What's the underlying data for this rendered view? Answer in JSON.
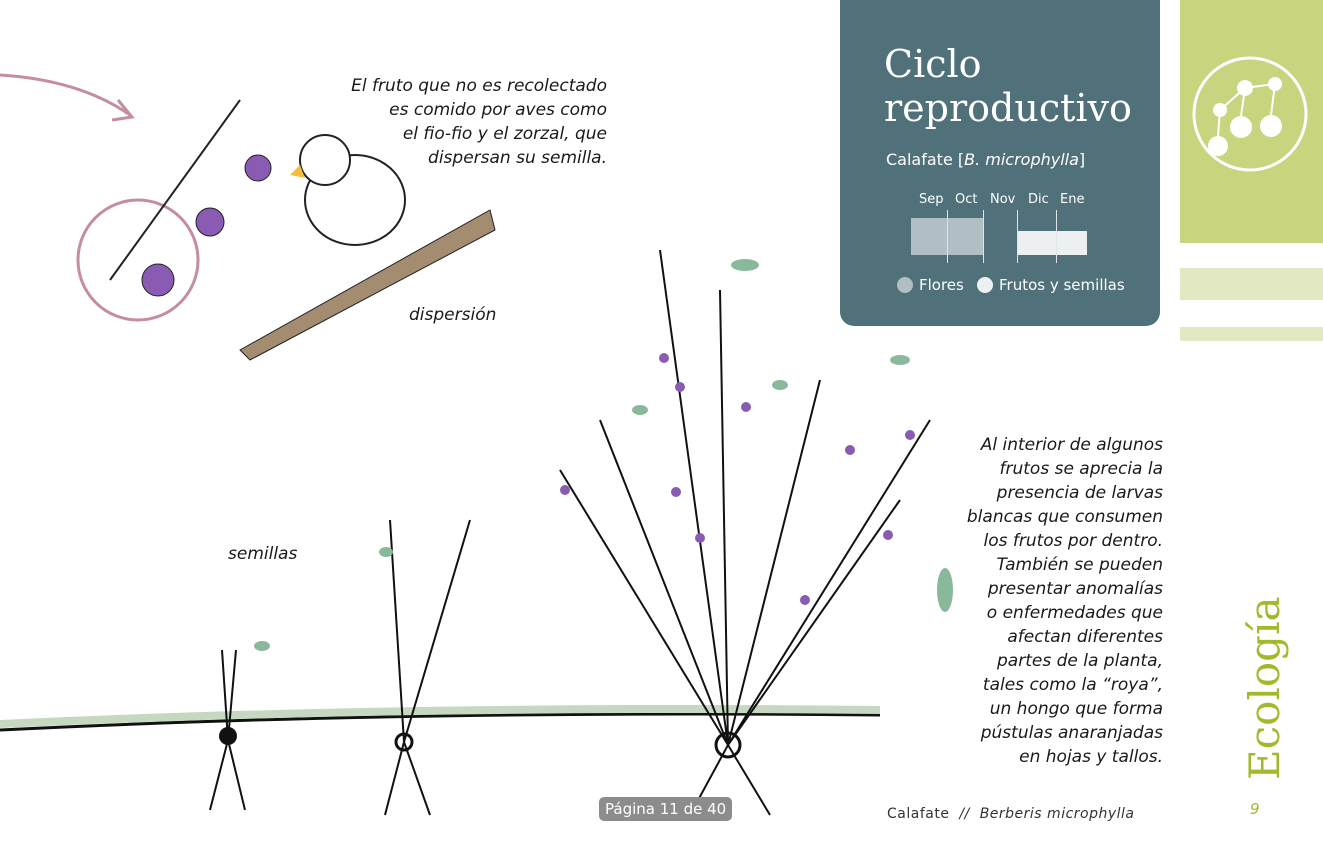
{
  "text_top": "El fruto que no es recolectado es comido por aves como el fio-fio y el zorzal, que dispersan su semilla.",
  "text_top_lines": [
    "El fruto que no es recolectado",
    "es comido por aves como",
    "el fio-fio y el zorzal, que",
    "dispersan su semilla."
  ],
  "label_dispersion": "dispersión",
  "label_semillas": "semillas",
  "text_right_lines": [
    "Al interior de algunos",
    "frutos se aprecia la",
    "presencia de larvas",
    "blancas que consumen",
    "los frutos por dentro.",
    "También se pueden",
    "presentar anomalías",
    "o enfermedades que",
    "afectan diferentes",
    "partes de la planta,",
    "tales como la “roya”,",
    "un hongo que forma",
    "pústulas anaranjadas",
    "en hojas y tallos."
  ],
  "card": {
    "title_line1": "Ciclo",
    "title_line2": "reproductivo",
    "subtitle_plain": "Calafate [",
    "subtitle_italic": "B. microphylla",
    "subtitle_end": "]",
    "months": [
      "Sep",
      "Oct",
      "Nov",
      "Dic",
      "Ene"
    ],
    "legend": [
      {
        "label": "Flores",
        "color": "#b1bfc4"
      },
      {
        "label": "Frutos y semillas",
        "color": "#edf0f1"
      }
    ],
    "color": "#50707a"
  },
  "section_label": "Ecología",
  "viewer": {
    "page_badge": "Página 11 de 40"
  },
  "footer": {
    "species": "Calafate",
    "sep": "//",
    "scientific": "Berberis microphylla",
    "page_number": "9"
  }
}
